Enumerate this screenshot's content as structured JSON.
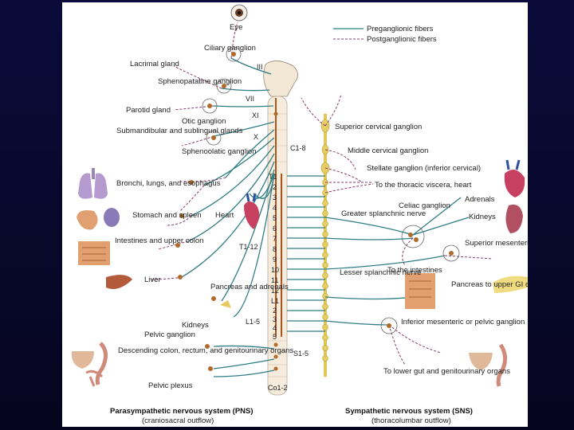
{
  "legend": {
    "preganglionic": "Preganglionic fibers",
    "postganglionic": "Postganglionic fibers"
  },
  "cranial": {
    "eye": "Eye",
    "ciliary": "Ciliary ganglion",
    "lacrimal": "Lacrimal gland",
    "sphenopalatine": "Sphenopatatine ganglion",
    "parotid": "Parotid gland",
    "otic": "Otic ganglion",
    "submandibular": "Submandibular and sublingual glands",
    "sphenoolatic": "Sphenoolatic ganglion",
    "nerve_iii": "III",
    "nerve_vii": "VII",
    "nerve_xi": "XI",
    "nerve_x": "X"
  },
  "pns_targets": {
    "bronchi": "Bronchi, lungs, and esophagus",
    "stomach": "Stomach and spleen",
    "heart": "Heart",
    "intestines": "Intestines and upper colon",
    "t1_12": "T1-12",
    "liver": "Liver",
    "pancreas": "Pancreas and adrenals",
    "kidneys": "Kidneys",
    "pelvic_ganglion": "Pelvic ganglion",
    "l1_5": "L1-5",
    "descending": "Descending colon, rectum, and genitourinary organs",
    "s1_5": "S1-5",
    "pelvic_plexus": "Pelvic plexus",
    "co1_2": "Co1-2",
    "c1_8": "C1-8"
  },
  "segments": [
    "T1",
    "2",
    "3",
    "4",
    "5",
    "6",
    "7",
    "8",
    "9",
    "10",
    "11",
    "12",
    "L1",
    "2",
    "3",
    "4",
    "5"
  ],
  "sns_targets": {
    "superior_cervical": "Superior cervical ganglion",
    "middle_cervical": "Middle cervical ganglion",
    "stellate": "Stellate ganglion (inferior cervical)",
    "thoracic": "To the thoracic viscera, heart",
    "celiac": "Celiac ganglion",
    "adrenals": "Adrenals",
    "kidneys": "Kidneys",
    "greater_splanchnic": "Greater splanchnic nerve",
    "superior_mesenteric": "Superior mesenteric ganglion",
    "to_intestines": "To the intestines",
    "lesser_splanchnic": "Lesser splanchnic nerve",
    "pancreas_gi": "Pancreas to upper GI organs",
    "inferior_mesenteric": "Inferior mesenteric or pelvic ganglion",
    "lower_gut": "To lower gut and genitourinary organs"
  },
  "footer": {
    "pns_title": "Parasympathetic nervous system (PNS)",
    "pns_sub": "(craniosacral outflow)",
    "sns_title": "Sympathetic nervous system (SNS)",
    "sns_sub": "(thoracolumbar outflow)"
  }
}
